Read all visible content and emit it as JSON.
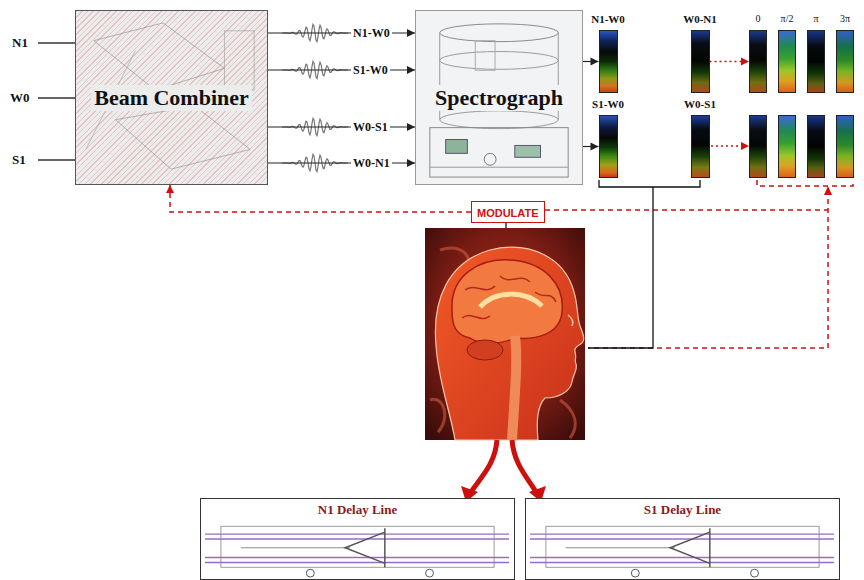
{
  "diagram": {
    "nodes": [
      {
        "text": [
          "Beam Combiner"
        ]
      },
      {
        "text": [
          "Spectrograph"
        ]
      },
      {
        "text": [
          "N1-W0"
        ]
      },
      {
        "text": [
          "W0-N1"
        ]
      },
      {
        "text": [
          "S1-W0"
        ]
      },
      {
        "text": [
          "W0-S1"
        ]
      },
      {
        "text": [
          "0"
        ]
      },
      {
        "text": [
          "π/2"
        ]
      },
      {
        "text": [
          "π"
        ]
      },
      {
        "text": [
          "3π"
        ]
      },
      {
        "text": [
          "MODULATE"
        ]
      },
      {
        "text": [
          "N1 Delay Line"
        ]
      },
      {
        "text": [
          "S1 Delay Line"
        ]
      }
    ],
    "edges": [
      {
        "from": 0,
        "to": 1,
        "label": "N1-W0",
        "arrow": "to"
      },
      {
        "from": 0,
        "to": 1,
        "label": "S1-W0",
        "arrow": "to"
      },
      {
        "from": 0,
        "to": 1,
        "label": "W0-S1",
        "arrow": "to"
      },
      {
        "from": 0,
        "to": 1,
        "label": "W0-N1",
        "arrow": "to"
      },
      {
        "from": 1,
        "to": 2,
        "arrow": "to"
      },
      {
        "from": 1,
        "to": 4,
        "arrow": "to"
      },
      {
        "from": 3,
        "to": 6,
        "arrow": "to"
      },
      {
        "from": 10,
        "to": 0,
        "arrow": "to"
      }
    ],
    "labels": [
      "N1",
      "W0",
      "S1"
    ]
  }
}
